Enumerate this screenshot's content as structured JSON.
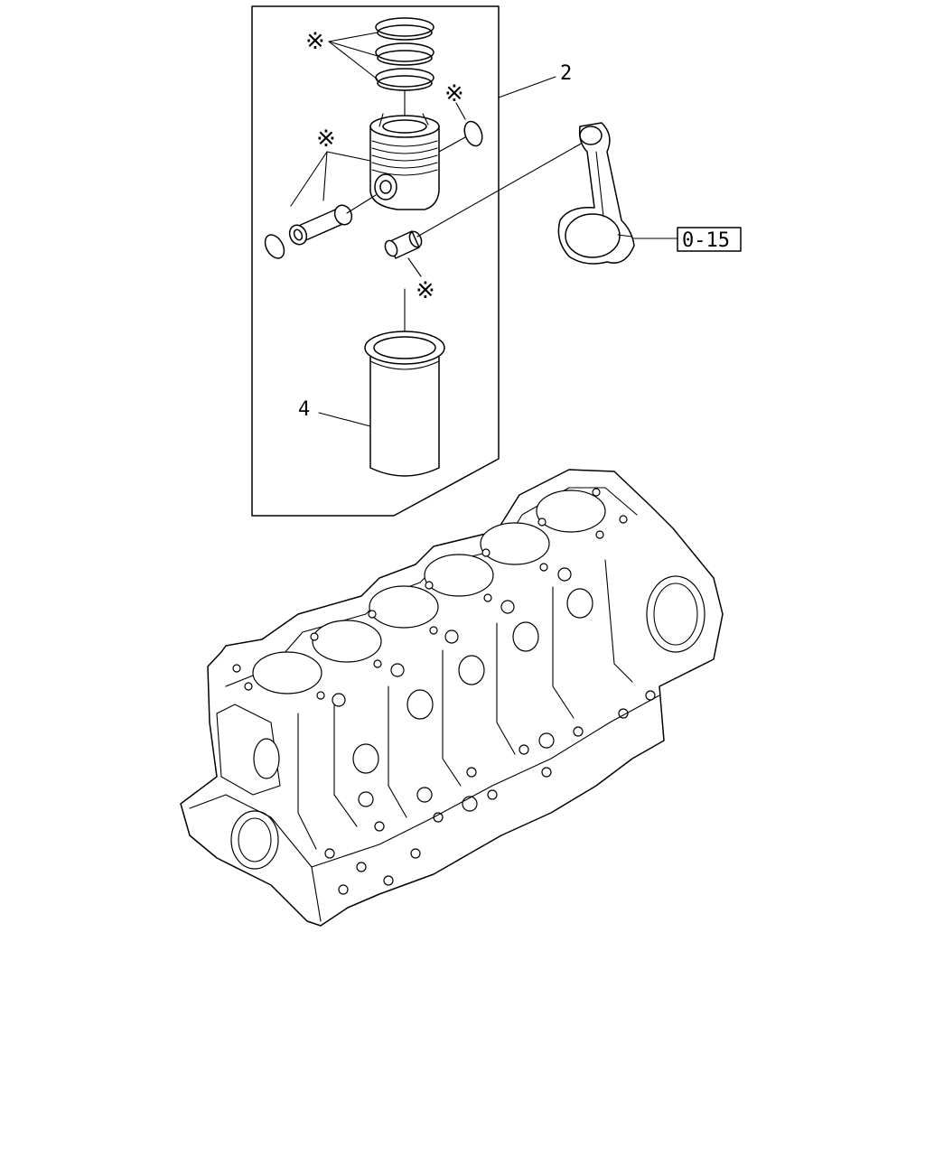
{
  "callouts": {
    "piston_assembly": "2",
    "cylinder_liner": "4",
    "connecting_rod_ref": "0-15"
  },
  "marks": {
    "piston_rings": "※",
    "snap_ring_right": "※",
    "pin_and_snap_ring_left": "※",
    "small_end_bushing": "※"
  }
}
